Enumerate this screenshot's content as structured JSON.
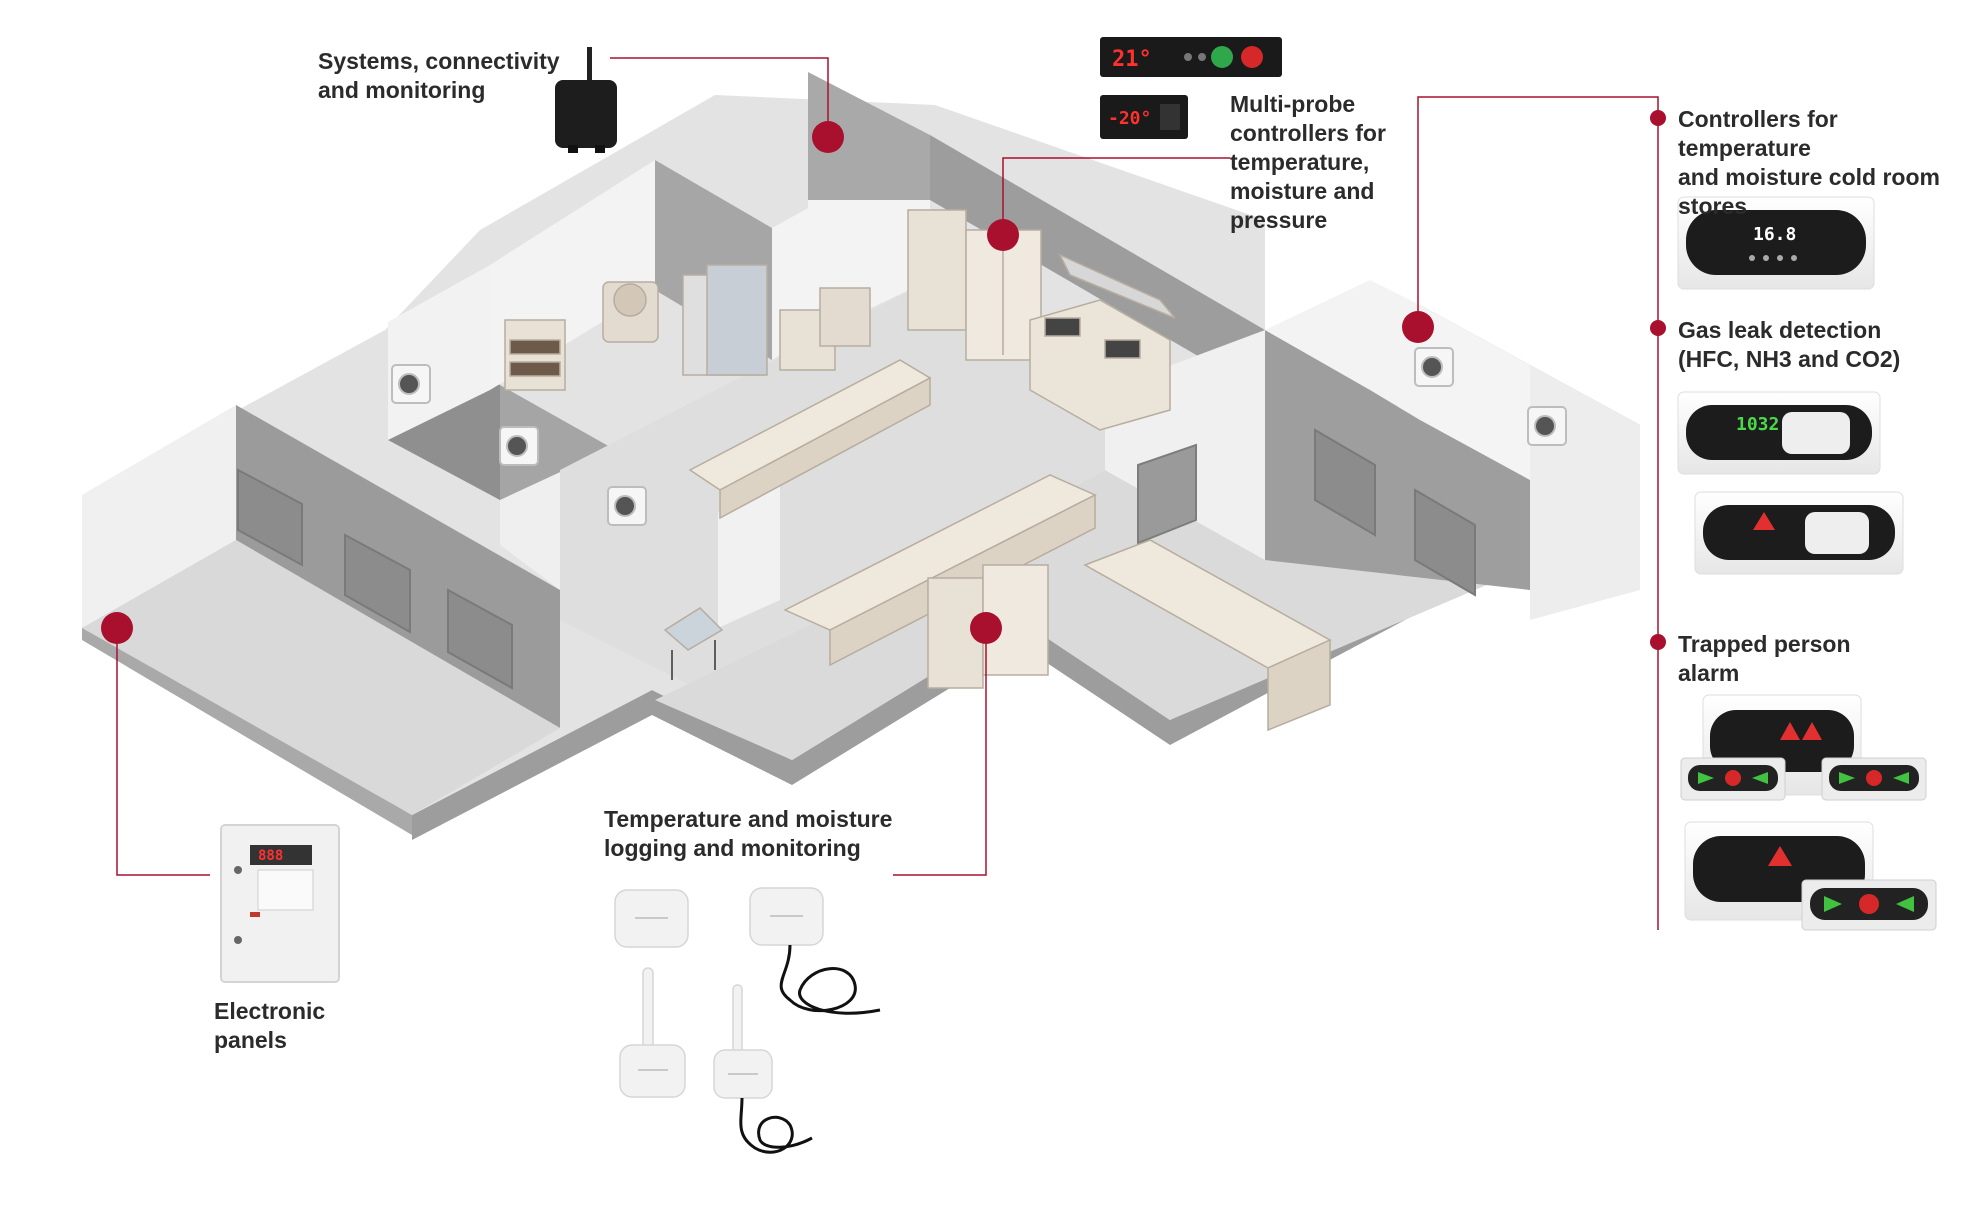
{
  "labels": {
    "systems": "Systems, connectivity\nand monitoring",
    "multi_probe": "Multi-probe\ncontrollers for\ntemperature,\nmoisture and\npressure",
    "controllers": "Controllers for temperature\nand moisture cold room\nstores",
    "gas_leak": "Gas leak detection\n(HFC, NH3 and CO2)",
    "trapped": "Trapped person\nalarm",
    "logging": "Temperature and moisture\nlogging and monitoring",
    "panels": "Electronic\npanels"
  },
  "displays": {
    "multi_top": "21°",
    "multi_bottom": "-20°",
    "cold_room": "16.8",
    "gas": "1032",
    "panel": "888"
  },
  "colors": {
    "accent": "#a8102e",
    "wall_dark": "#9b9b9b",
    "wall_light": "#e9e9e9",
    "floor": "#dcdcdc",
    "slab_side": "#bdbdbd",
    "slab_front": "#a9a9a9",
    "equipment": "#e8e1d6",
    "display_red": "#ff3030",
    "display_green": "#4ad94a"
  }
}
